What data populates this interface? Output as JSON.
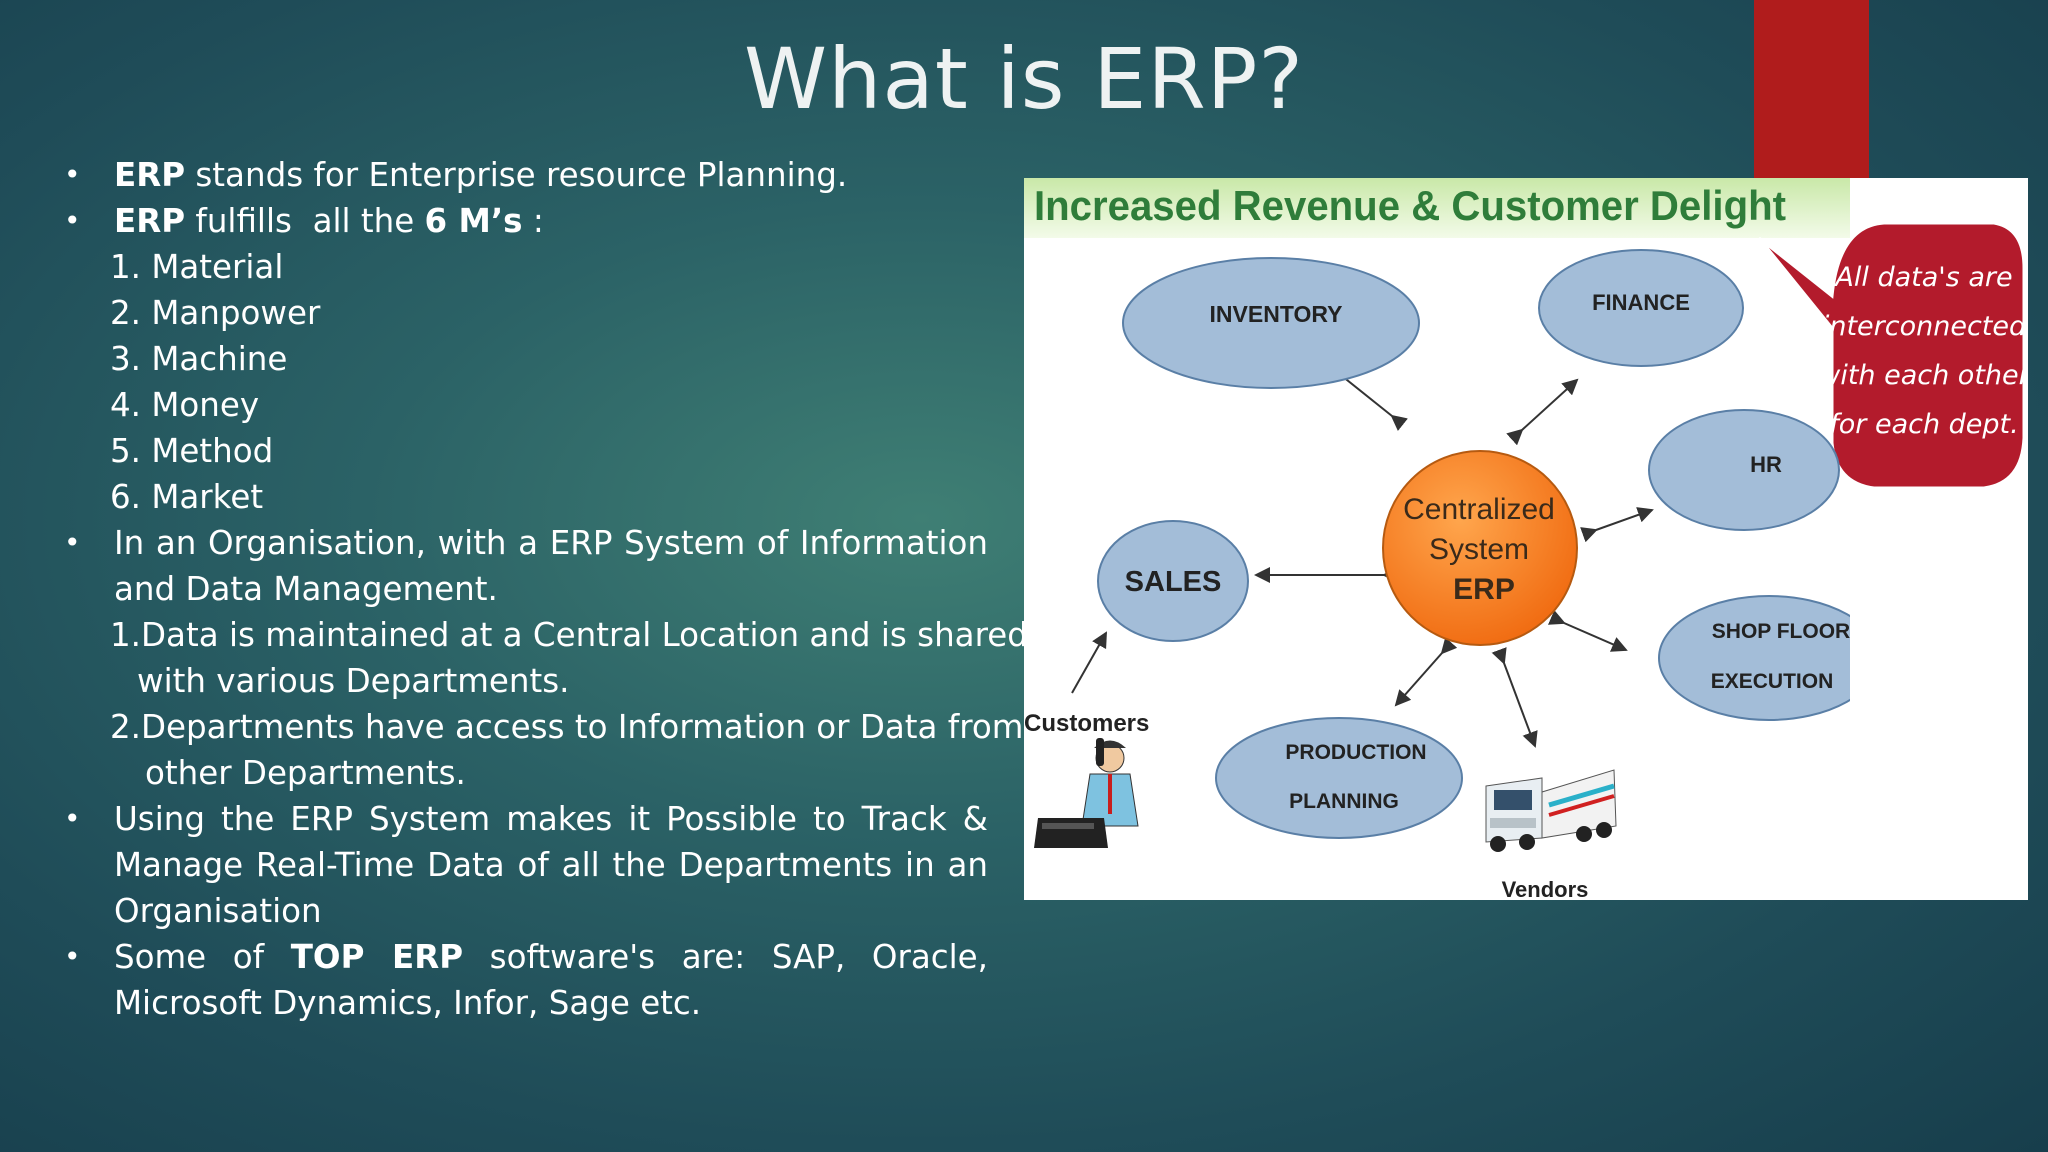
{
  "slide": {
    "title": "What is ERP?",
    "bullets": {
      "b1_bold": "ERP",
      "b1_rest": " stands for Enterprise resource Planning.",
      "b2_bold": "ERP",
      "b2_mid": " fulfills  all the ",
      "b2_bold2": "6 M’s",
      "b2_end": " :",
      "ms": [
        "1. Material",
        "2. Manpower",
        "3. Machine",
        "4. Money",
        "5. Method",
        "6. Market"
      ],
      "b3": "In an Organisation, with a ERP System of Information and Data Management.",
      "b3_sub1a": "1.Data is maintained at a Central Location and is shared",
      "b3_sub1b": "with various Departments.",
      "b3_sub2a": "2.Departments have access to Information or Data from",
      "b3_sub2b": "other Departments.",
      "b4": "Using the ERP System makes it Possible to Track & Manage Real-Time Data of all the Departments in an Organisation",
      "b5_a": "Some of ",
      "b5_bold": "TOP ERP",
      "b5_b": " software's are: SAP, Oracle, Microsoft Dynamics, Infor, Sage etc."
    }
  },
  "diagram": {
    "header": "Increased Revenue & Customer Delight",
    "center_line1": "Centralized",
    "center_line2": "System",
    "center_line3": "ERP",
    "inventory": "INVENTORY",
    "finance": "FINANCE",
    "hr": "HR",
    "sales": "SALES",
    "shop1": "SHOP FLOOR",
    "shop2": "EXECUTION",
    "prod1": "PRODUCTION",
    "prod2": "PLANNING",
    "customers": "Customers",
    "vendors": "Vendors",
    "callout1": "All data's are",
    "callout2": "interconnected",
    "callout3": "with each other",
    "callout4": "for each dept."
  },
  "colors": {
    "accent_red": "#b01c1c",
    "bubble_blue": "#a3bdd8",
    "center_orange": "#f47b20",
    "header_green": "#2f7d3a"
  }
}
